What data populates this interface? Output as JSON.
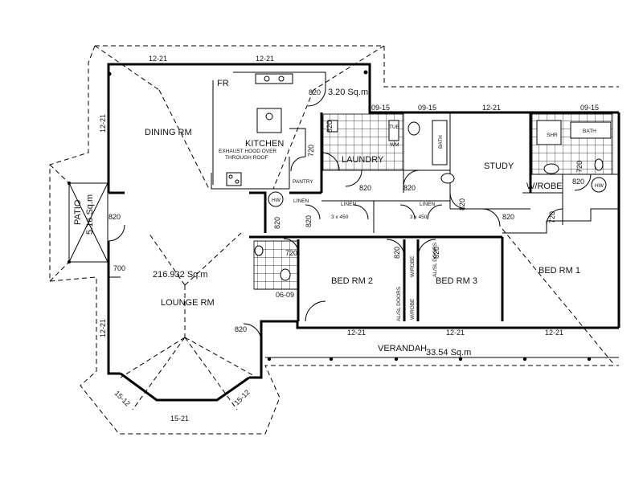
{
  "rooms": {
    "dining": "DINING RM",
    "fr": "FR",
    "kitchen": "KITCHEN",
    "exhaust_line1": "EXHAUST HOOD OVER",
    "exhaust_line2": "THROUGH ROOF",
    "pantry": "PANTRY",
    "laundry": "LAUNDRY",
    "study": "STUDY",
    "wrobe_master": "W/ROBE",
    "bed1": "BED RM 1",
    "bed2": "BED RM 2",
    "bed3": "BED RM 3",
    "wrobe_a": "W/ROBE",
    "wrobe_b": "W/ROBE",
    "al_doors_a": "AL/SL DOORS",
    "al_doors_b": "AL/SL DOORS",
    "lounge": "LOUNGE RM",
    "verandah": "VERANDAH",
    "patio": "PATIO",
    "linen_a": "LINEN",
    "linen_b": "LINEN",
    "linen_c": "LINEN",
    "hw_a": "HW",
    "hw_b": "HW",
    "tub": "TUB",
    "wm": "WM",
    "bath_a": "BATH",
    "bath_b": "BATH",
    "shr": "SHR"
  },
  "areas": {
    "main": "216.932 Sq.m",
    "verandah": "33.54 Sq.m",
    "patio": "5.16 Sq.m",
    "porch": "3.20 Sq.m"
  },
  "dimensions": {
    "top_a": "12-21",
    "top_b": "12-21",
    "left_a": "12-21",
    "left_b": "12-21",
    "row_a": "09-15",
    "row_b": "09-15",
    "row_c": "12-21",
    "row_d": "09-15",
    "door_kitchen": "820",
    "door_pantry": "720",
    "door_laundry_1": "820",
    "door_laundry_2": "820",
    "door_linen_1": "820",
    "door_study": "820",
    "door_study_2": "820",
    "door_ens": "720",
    "door_ens_2": "820",
    "door_wrobe": "720",
    "door_hw": "820",
    "door_patio": "820",
    "door_lounge_a": "700",
    "door_bath2": "720",
    "door_bed2": "820",
    "door_bed3": "820",
    "door_lounge_b": "820",
    "linen_a_size": "3 x 450",
    "linen_b_size": "3 x 450",
    "wall_0609": "06-09",
    "bottom_a": "12-21",
    "bottom_b": "12-21",
    "bottom_c": "12-21",
    "bay_left": "15-12",
    "bay_right": "15-12",
    "bay_bottom": "15-21"
  }
}
